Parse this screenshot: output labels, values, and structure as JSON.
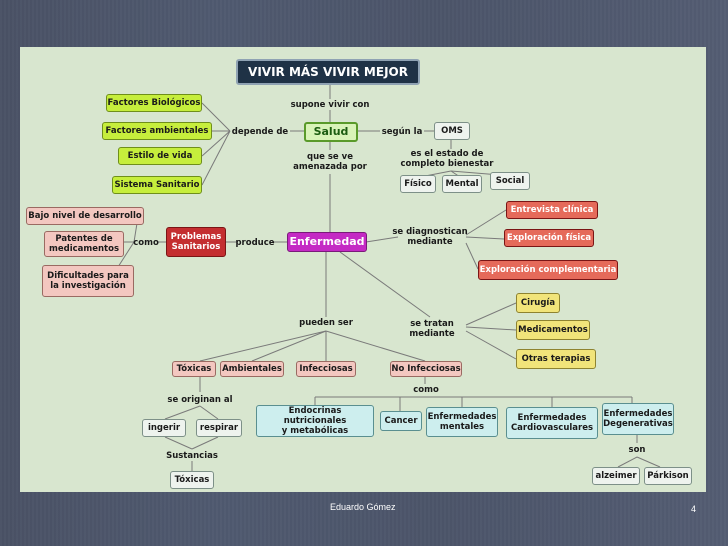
{
  "title": "VIVIR MÁS VIVIR MEJOR",
  "links": {
    "supone": "supone vivir con",
    "depende": "depende de",
    "segun": "según la",
    "estado": "es el estado de\ncompleto bienestar",
    "amenazada": "que se ve\namenazada por",
    "produce": "produce",
    "como1": "como",
    "diagnostican": "se diagnostican\nmediante",
    "tratan": "se tratan\nmediante",
    "pueden": "pueden ser",
    "originan": "se originan al",
    "sustancias": "Sustancias",
    "como2": "como",
    "son": "son"
  },
  "nodes": {
    "salud": "Salud",
    "oms": "OMS",
    "fisico": "Físico",
    "mental": "Mental",
    "social": "Social",
    "factores_biologicos": "Factores Biológicos",
    "factores_ambientales": "Factores ambientales",
    "estilo_vida": "Estilo de vida",
    "sistema_sanitario": "Sistema Sanitario",
    "enfermedad": "Enfermedad",
    "problemas_sanitarios": "Problemas\nSanitarios",
    "bajo_nivel": "Bajo nivel de desarrollo",
    "patentes": "Patentes de\nmedicamentos",
    "dificultades": "Dificultades para\nla investigación",
    "entrevista": "Entrevista clínica",
    "exploracion_fisica": "Exploración física",
    "exploracion_complementaria": "Exploración complementaria",
    "cirugia": "Cirugía",
    "medicamentos": "Medicamentos",
    "otras_terapias": "Otras terapias",
    "toxicas": "Tóxicas",
    "ambientales": "Ambientales",
    "infecciosas": "Infecciosas",
    "no_infecciosas": "No Infecciosas",
    "ingerir": "ingerir",
    "respirar": "respirar",
    "toxicas2": "Tóxicas",
    "endocrinas": "Endocrinas nutricionales\ny metabólicas",
    "cancer": "Cancer",
    "enf_mentales": "Enfermedades\nmentales",
    "enf_cardio": "Enfermedades\nCardiovasculares",
    "enf_degenerativas": "Enfermedades\nDegenerativas",
    "alzeimer": "alzeimer",
    "parkison": "Párkison"
  },
  "footer": {
    "author": "Eduardo Gómez",
    "page": "4"
  },
  "colors": {
    "canvas": "#d8e6cf",
    "title_bg": "#1f3246",
    "lime": "#c6ee3c",
    "enfermedad": "#c42ac4",
    "problemas": "#c42e30",
    "diagnosis": "#e56a5a",
    "treatment": "#f1e47a",
    "types": "#f3c7c0",
    "non_infectious": "#cdeeee"
  }
}
